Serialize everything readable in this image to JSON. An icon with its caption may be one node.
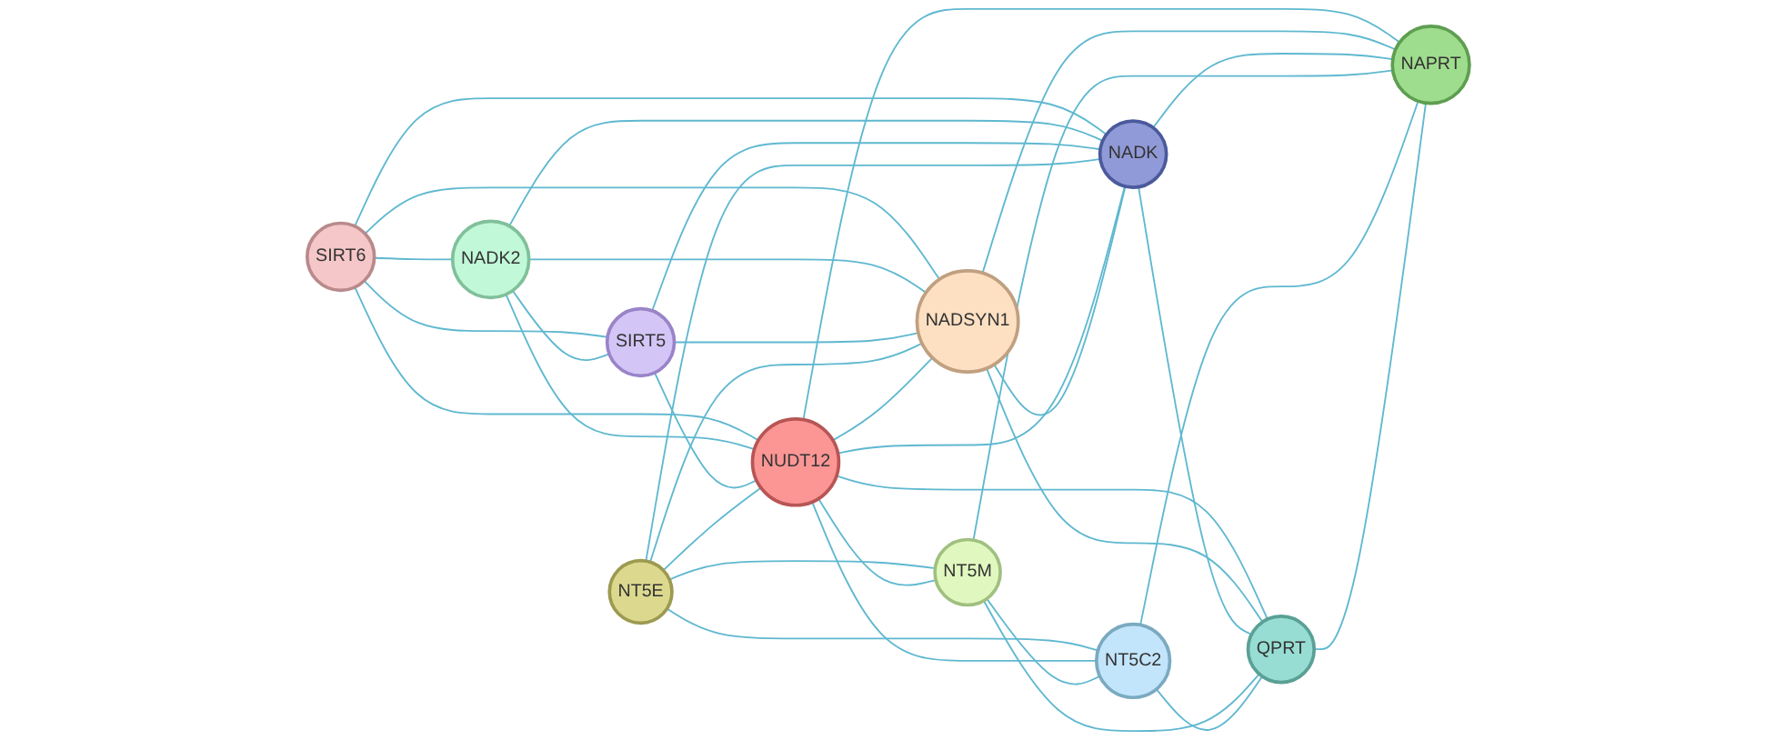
{
  "diagram": {
    "nodes": [
      {
        "text": [
          "SIRT6"
        ]
      },
      {
        "text": [
          "NADK2"
        ]
      },
      {
        "text": [
          "SIRT5"
        ]
      },
      {
        "text": [
          "NT5E"
        ]
      },
      {
        "text": [
          "NUDT12"
        ]
      },
      {
        "text": [
          "NADSYN1"
        ]
      },
      {
        "text": [
          "NT5M"
        ]
      },
      {
        "text": [
          "NADK"
        ]
      },
      {
        "text": [
          "NT5C2"
        ]
      },
      {
        "text": [
          "QPRT"
        ]
      },
      {
        "text": [
          "NAPRT"
        ]
      }
    ],
    "edges": [
      {
        "from": 0,
        "to": 1,
        "arrow": "none"
      },
      {
        "from": 0,
        "to": 2,
        "arrow": "none"
      },
      {
        "from": 0,
        "to": 4,
        "arrow": "none"
      },
      {
        "from": 0,
        "to": 5,
        "arrow": "none"
      },
      {
        "from": 0,
        "to": 7,
        "arrow": "none"
      },
      {
        "from": 1,
        "to": 2,
        "arrow": "none"
      },
      {
        "from": 1,
        "to": 4,
        "arrow": "none"
      },
      {
        "from": 1,
        "to": 5,
        "arrow": "none"
      },
      {
        "from": 1,
        "to": 7,
        "arrow": "none"
      },
      {
        "from": 2,
        "to": 4,
        "arrow": "none"
      },
      {
        "from": 2,
        "to": 5,
        "arrow": "none"
      },
      {
        "from": 2,
        "to": 7,
        "arrow": "none"
      },
      {
        "from": 3,
        "to": 4,
        "arrow": "none"
      },
      {
        "from": 3,
        "to": 5,
        "arrow": "none"
      },
      {
        "from": 3,
        "to": 7,
        "arrow": "none"
      },
      {
        "from": 3,
        "to": 6,
        "arrow": "none"
      },
      {
        "from": 3,
        "to": 8,
        "arrow": "none"
      },
      {
        "from": 4,
        "to": 5,
        "arrow": "none"
      },
      {
        "from": 4,
        "to": 7,
        "arrow": "none"
      },
      {
        "from": 4,
        "to": 6,
        "arrow": "none"
      },
      {
        "from": 4,
        "to": 8,
        "arrow": "none"
      },
      {
        "from": 4,
        "to": 9,
        "arrow": "none"
      },
      {
        "from": 4,
        "to": 10,
        "arrow": "none"
      },
      {
        "from": 5,
        "to": 7,
        "arrow": "none"
      },
      {
        "from": 5,
        "to": 9,
        "arrow": "none"
      },
      {
        "from": 5,
        "to": 10,
        "arrow": "none"
      },
      {
        "from": 7,
        "to": 9,
        "arrow": "none"
      },
      {
        "from": 7,
        "to": 10,
        "arrow": "none"
      },
      {
        "from": 6,
        "to": 8,
        "arrow": "none"
      },
      {
        "from": 6,
        "to": 9,
        "arrow": "none"
      },
      {
        "from": 6,
        "to": 10,
        "arrow": "none"
      },
      {
        "from": 8,
        "to": 9,
        "arrow": "none"
      },
      {
        "from": 8,
        "to": 10,
        "arrow": "none"
      },
      {
        "from": 9,
        "to": 10,
        "arrow": "none"
      }
    ]
  }
}
